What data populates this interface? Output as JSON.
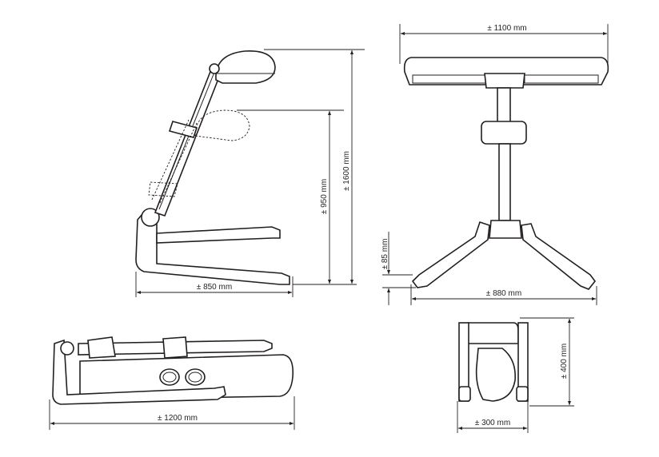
{
  "dimensions": {
    "side_width": "± 850 mm",
    "side_height_low": "± 950 mm",
    "side_height_high": "± 1600 mm",
    "front_head_width": "± 1100 mm",
    "front_base_width": "± 880 mm",
    "front_foot_height": "± 85 mm",
    "folded_length": "± 1200 mm",
    "folded_end_width": "± 300 mm",
    "folded_end_height": "± 400 mm"
  }
}
